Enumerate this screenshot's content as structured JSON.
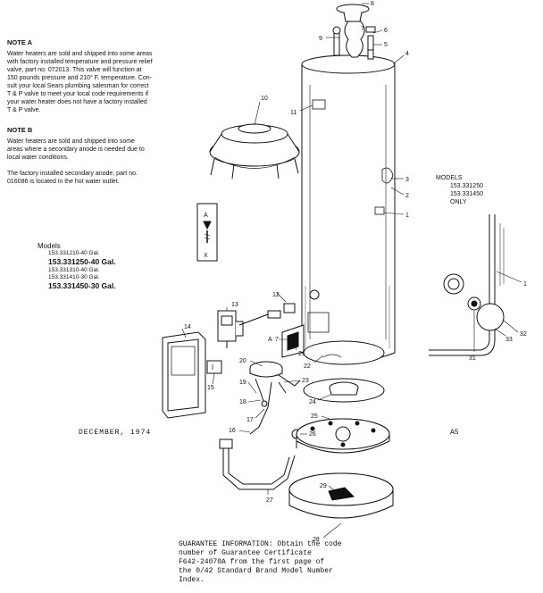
{
  "notes": [
    {
      "title": "NOTE A",
      "lines": [
        "Water heaters are sold and shipped into some areas",
        "with factory installed temperature and pressure relief",
        "valve, part no. 072013. This valve will function at",
        "150 pounds pressure and 210° F. temperature. Con-",
        "sult your local Sears plumbing salesman for correct",
        "T & P valve to meet your local code requirements if",
        "your water heater does not have a factory installed",
        "T & P valve."
      ]
    },
    {
      "title": "NOTE B",
      "lines": [
        "Water heaters are sold and shipped into some",
        "areas where a secondary anode is needed due to",
        "local water conditions.",
        "",
        "The factory installed secondary anode, part no.",
        "016086 is located in the hot water outlet."
      ]
    }
  ],
  "models_left": {
    "heading": "Models",
    "entries": [
      {
        "text": "153.331210-40 Gal.",
        "style": "small"
      },
      {
        "text": "153.331250-40 Gal.",
        "style": "big"
      },
      {
        "text": "153.331310-40 Gal.",
        "style": "small"
      },
      {
        "text": "153.331410-30 Gal.",
        "style": "small"
      },
      {
        "text": "153.331450-30 Gal.",
        "style": "big"
      }
    ]
  },
  "models_right": {
    "heading": "MODELS",
    "entries": [
      "153.331250",
      "153.331450"
    ],
    "footer": "ONLY"
  },
  "date": "DECEMBER, 1974",
  "page_code": "A5",
  "guarantee": [
    "GUARANTEE INFORMATION: Obtain the code",
    "number of Guarantee Certificate",
    "F642-24070A from the first page of",
    "the 0/42 Standard Brand Model Number",
    "Index."
  ],
  "anode_detail": {
    "top_label": "A",
    "bottom_label": "X"
  },
  "callouts": {
    "c1": "1",
    "c1b": "1",
    "c2": "2",
    "c3": "3",
    "c4": "4",
    "c5": "5",
    "c6": "6",
    "c7": "7",
    "c7b": "7",
    "c8": "8",
    "c9": "9",
    "c10": "10",
    "c11": "11",
    "c12": "12",
    "c13": "13",
    "c14": "14",
    "c15": "15",
    "c16": "16",
    "c17": "17",
    "c18": "18",
    "c19": "19",
    "c20": "20",
    "c21": "21",
    "c22": "22",
    "c23": "23",
    "c24": "24",
    "c25": "25",
    "c26": "26",
    "c27": "27",
    "c28": "28",
    "c29": "29",
    "c31": "31",
    "c32": "32",
    "c33": "33",
    "cA": "A"
  }
}
